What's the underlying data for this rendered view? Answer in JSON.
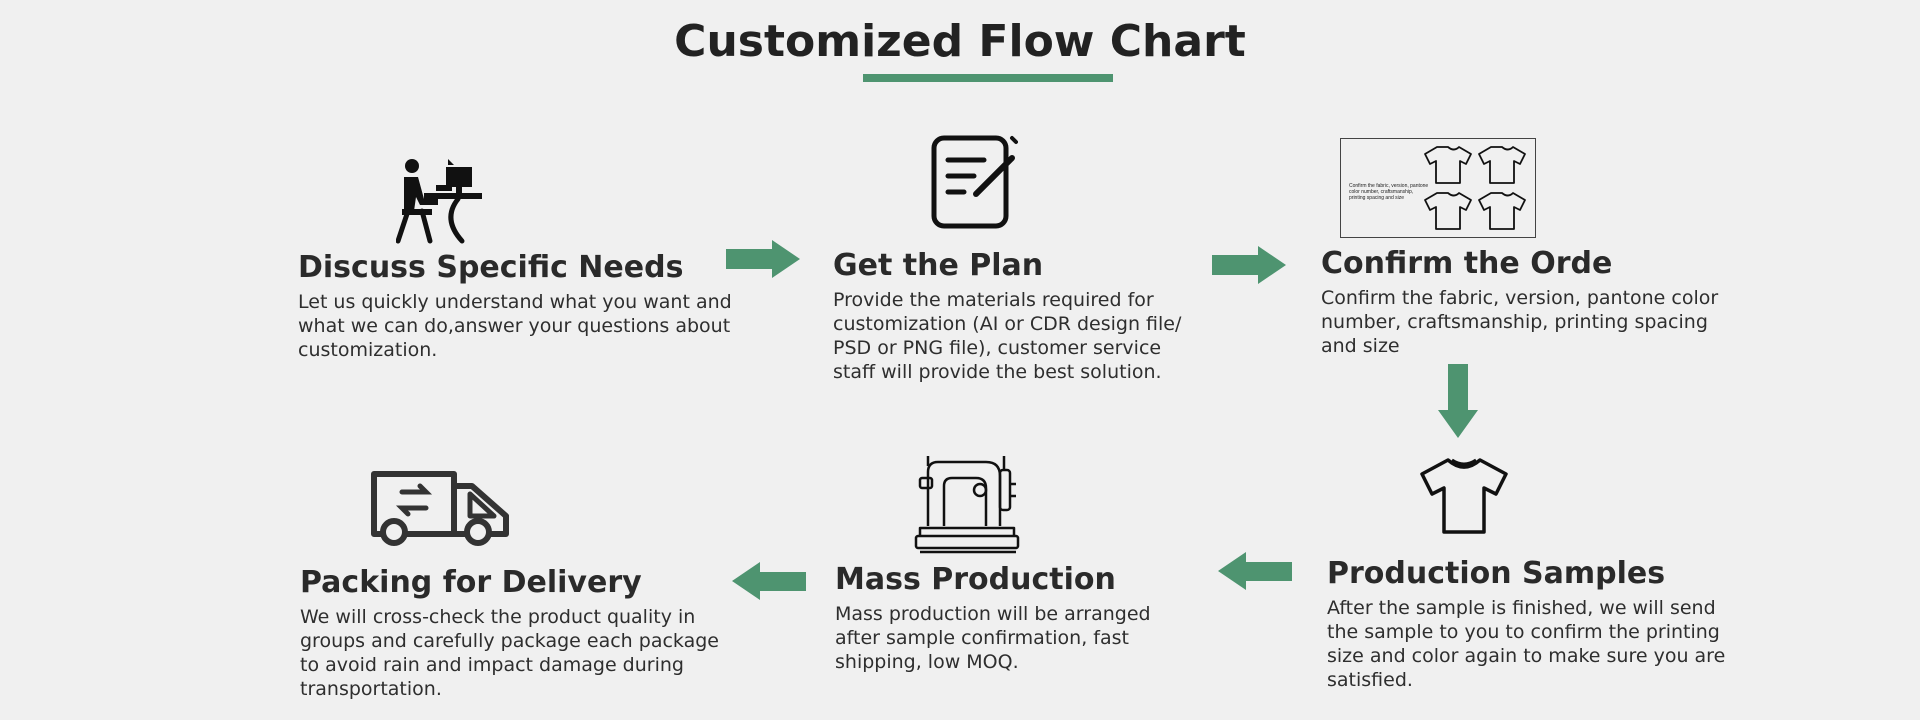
{
  "title": "Customized Flow Chart",
  "accent_color": "#4e9470",
  "steps": [
    {
      "icon": "person-at-computer-icon",
      "heading": "Discuss Specific Needs",
      "description": "Let us quickly understand what you want and what we can do,answer your questions about customization."
    },
    {
      "icon": "notepad-pen-icon",
      "heading": "Get the Plan",
      "description": "Provide the materials required for customization (AI or CDR design file/ PSD or PNG file), customer service staff will provide the best solution."
    },
    {
      "icon": "tshirt-grid-icon",
      "heading": "Confirm the Orde",
      "description": "Confirm the fabric, version, pantone color number, craftsmanship, printing spacing and size",
      "thumbnail_text": "Confirm the fabric, version, pantone color number, craftsmanship, printing spacing and size"
    },
    {
      "icon": "tshirt-icon",
      "heading": "Production Samples",
      "description": "After the sample is finished, we will send the sample to you to confirm the printing size and color again to make sure you are satisfied."
    },
    {
      "icon": "sewing-machine-icon",
      "heading": "Mass Production",
      "description": "Mass production will be arranged after sample confirmation, fast shipping, low MOQ."
    },
    {
      "icon": "delivery-truck-icon",
      "heading": "Packing for Delivery",
      "description": "We will cross-check the product quality in groups and carefully package each package to avoid rain and impact damage during transportation."
    }
  ]
}
